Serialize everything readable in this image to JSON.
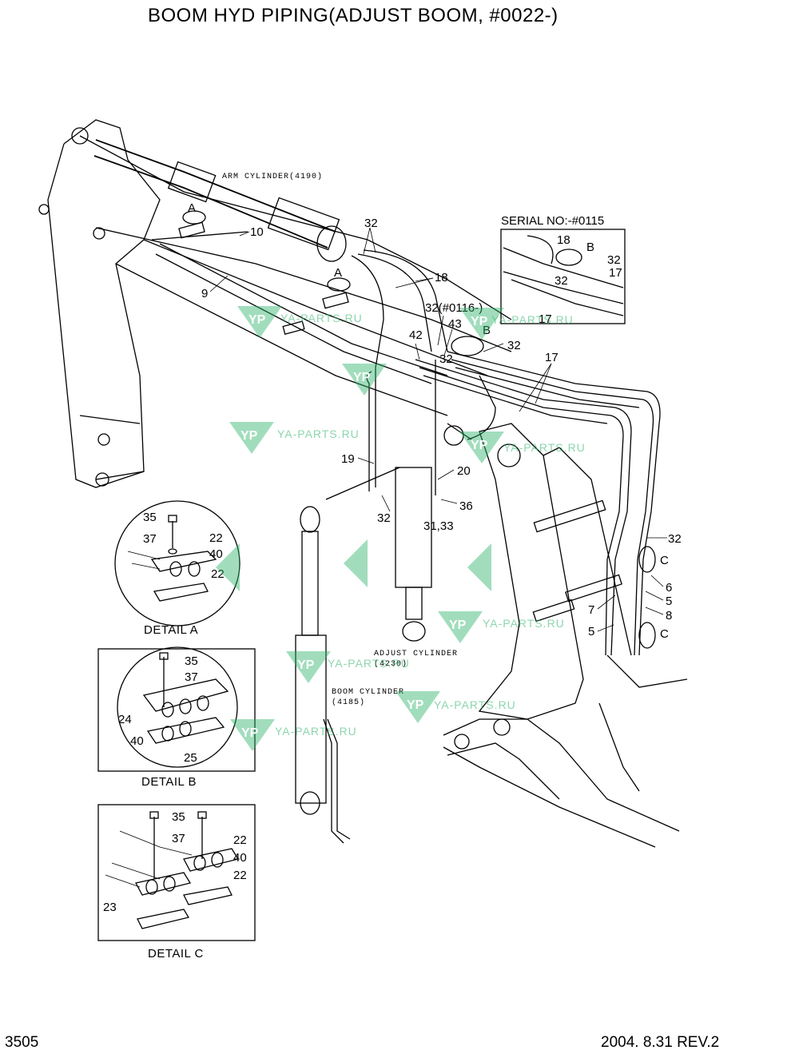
{
  "header": {
    "title": "BOOM HYD PIPING(ADJUST BOOM, #0022-)"
  },
  "footer": {
    "page_number": "3505",
    "date_rev": "2004. 8.31  REV.2"
  },
  "diagram": {
    "component_labels": {
      "arm_cylinder": "ARM CYLINDER(4190)",
      "adjust_cylinder": "ADJUST CYLINDER",
      "adjust_cylinder_code": "(4230)",
      "boom_cylinder": "BOOM CYLINDER",
      "boom_cylinder_code": "(4185)",
      "serial_note": "SERIAL NO:-#0115",
      "serial_note_2": "32(#0116-)"
    },
    "detail_markers": {
      "a": "A",
      "b": "B",
      "c": "C"
    },
    "callouts": {
      "n32": "32",
      "n10": "10",
      "n18": "18",
      "n9": "9",
      "n42": "42",
      "n43": "43",
      "n17": "17",
      "n19": "19",
      "n20": "20",
      "n36": "36",
      "n31_33": "31,33",
      "n6": "6",
      "n5": "5",
      "n7": "7",
      "n8": "8"
    },
    "details": [
      {
        "title": "DETAIL  A",
        "callouts": [
          "35",
          "37",
          "22",
          "40",
          "22"
        ]
      },
      {
        "title": "DETAIL  B",
        "callouts": [
          "35",
          "37",
          "24",
          "40",
          "25"
        ]
      },
      {
        "title": "DETAIL  C",
        "callouts": [
          "35",
          "37",
          "22",
          "40",
          "22",
          "23"
        ]
      }
    ]
  },
  "watermark": {
    "text": "YA-PARTS.RU",
    "logo": "YP",
    "color": "#2fb36b"
  }
}
